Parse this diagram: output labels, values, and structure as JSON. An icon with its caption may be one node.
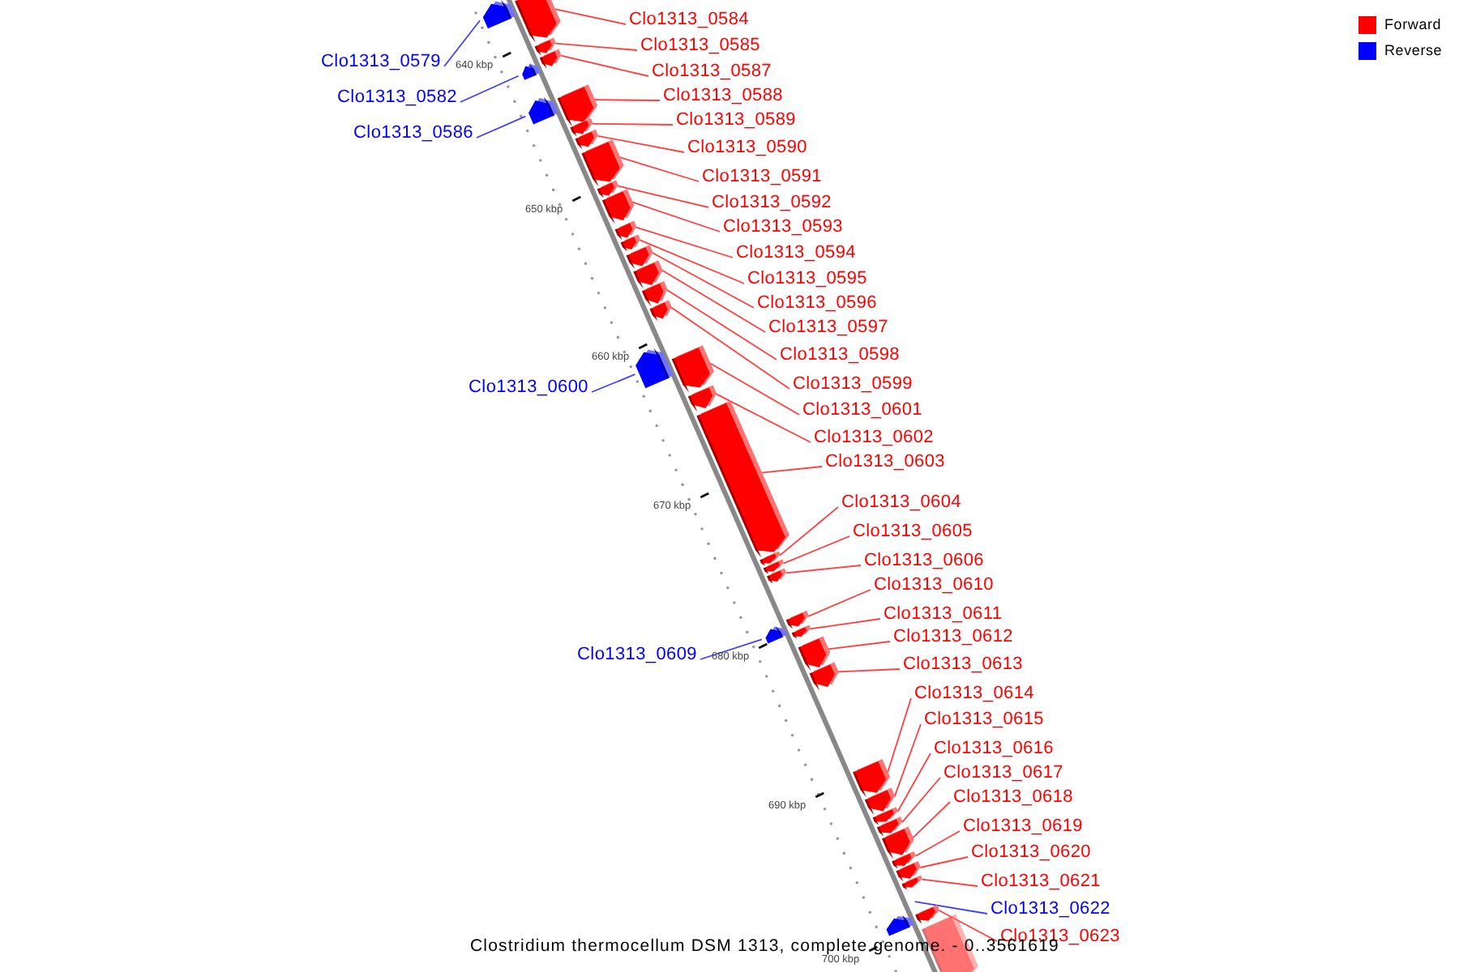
{
  "diagram": {
    "caption": "Clostridium thermocellum DSM 1313, complete genome. - 0..3561619",
    "nodes": [
      {
        "text": [
          "Clo1313_0584"
        ]
      },
      {
        "text": [],
        "shape": "bar"
      },
      {
        "text": [
          "Clo1313_0585"
        ]
      },
      {
        "text": [],
        "shape": "bar"
      },
      {
        "text": [
          "Clo1313_0579"
        ]
      },
      {
        "text": [],
        "shape": "bar"
      },
      {
        "text": [
          "Clo1313_0587"
        ]
      },
      {
        "text": [],
        "shape": "bar"
      },
      {
        "text": [
          "Clo1313_0588"
        ]
      },
      {
        "text": [],
        "shape": "bar"
      },
      {
        "text": [
          "Clo1313_0582"
        ]
      },
      {
        "text": [],
        "shape": "bar"
      },
      {
        "text": [
          "Clo1313_0589"
        ]
      },
      {
        "text": [],
        "shape": "bar"
      },
      {
        "text": [
          "Clo1313_0586"
        ]
      },
      {
        "text": [],
        "shape": "bar"
      },
      {
        "text": [
          "Clo1313_0590"
        ]
      },
      {
        "text": [],
        "shape": "bar"
      },
      {
        "text": [
          "Clo1313_0591"
        ]
      },
      {
        "text": [],
        "shape": "bar"
      },
      {
        "text": [
          "Clo1313_0592"
        ]
      },
      {
        "text": [],
        "shape": "bar"
      },
      {
        "text": [
          "Clo1313_0593"
        ]
      },
      {
        "text": [],
        "shape": "bar"
      },
      {
        "text": [
          "Clo1313_0594"
        ]
      },
      {
        "text": [],
        "shape": "bar"
      },
      {
        "text": [
          "Clo1313_0595"
        ]
      },
      {
        "text": [],
        "shape": "bar"
      },
      {
        "text": [
          "Clo1313_0596"
        ]
      },
      {
        "text": [],
        "shape": "bar"
      },
      {
        "text": [
          "Clo1313_0597"
        ]
      },
      {
        "text": [],
        "shape": "bar"
      },
      {
        "text": [
          "Clo1313_0598"
        ]
      },
      {
        "text": [],
        "shape": "bar"
      },
      {
        "text": [
          "Clo1313_0599"
        ]
      },
      {
        "text": [],
        "shape": "bar"
      },
      {
        "text": [
          "Clo1313_0600"
        ]
      },
      {
        "text": [],
        "shape": "bar"
      },
      {
        "text": [
          "Clo1313_0601"
        ]
      },
      {
        "text": [],
        "shape": "bar"
      },
      {
        "text": [
          "Clo1313_0602"
        ]
      },
      {
        "text": [],
        "shape": "bar"
      },
      {
        "text": [
          "Clo1313_0603"
        ]
      },
      {
        "text": [],
        "shape": "bar"
      },
      {
        "text": [
          "Clo1313_0604"
        ]
      },
      {
        "text": [],
        "shape": "bar"
      },
      {
        "text": [
          "Clo1313_0605"
        ]
      },
      {
        "text": [],
        "shape": "bar"
      },
      {
        "text": [
          "Clo1313_0606"
        ]
      },
      {
        "text": [],
        "shape": "bar"
      },
      {
        "text": [
          "Clo1313_0610"
        ]
      },
      {
        "text": [],
        "shape": "bar"
      },
      {
        "text": [
          "Clo1313_0611"
        ]
      },
      {
        "text": [],
        "shape": "bar"
      },
      {
        "text": [
          "Clo1313_0612"
        ]
      },
      {
        "text": [],
        "shape": "bar"
      },
      {
        "text": [
          "Clo1313_0609"
        ]
      },
      {
        "text": [],
        "shape": "bar"
      },
      {
        "text": [
          "Clo1313_0613"
        ]
      },
      {
        "text": [],
        "shape": "bar"
      },
      {
        "text": [
          "Clo1313_0614"
        ]
      },
      {
        "text": [],
        "shape": "bar"
      },
      {
        "text": [
          "Clo1313_0615"
        ]
      },
      {
        "text": [],
        "shape": "bar"
      },
      {
        "text": [
          "Clo1313_0616"
        ]
      },
      {
        "text": [],
        "shape": "bar"
      },
      {
        "text": [
          "Clo1313_0617"
        ]
      },
      {
        "text": [],
        "shape": "bar"
      },
      {
        "text": [
          "Clo1313_0618"
        ]
      },
      {
        "text": [],
        "shape": "bar"
      },
      {
        "text": [
          "Clo1313_0619"
        ]
      },
      {
        "text": [],
        "shape": "bar"
      },
      {
        "text": [
          "Clo1313_0620"
        ]
      },
      {
        "text": [],
        "shape": "bar"
      },
      {
        "text": [
          "Clo1313_0621"
        ]
      },
      {
        "text": [],
        "shape": "bar"
      },
      {
        "text": [
          "Clo1313_0622"
        ]
      },
      {
        "text": [],
        "shape": "bar"
      },
      {
        "text": [
          "Clo1313_0623"
        ]
      },
      {
        "text": [],
        "shape": "bar"
      },
      {
        "text": [],
        "shape": "bar"
      }
    ],
    "edges": [
      {
        "from": 0,
        "to": 1,
        "arrow": "none"
      },
      {
        "from": 2,
        "to": 3,
        "arrow": "none"
      },
      {
        "from": 4,
        "to": 5,
        "arrow": "none",
        "color": "#4040ff"
      },
      {
        "from": 6,
        "to": 7,
        "arrow": "none"
      },
      {
        "from": 8,
        "to": 9,
        "arrow": "none"
      },
      {
        "from": 10,
        "to": 11,
        "arrow": "none",
        "color": "#4040ff"
      },
      {
        "from": 12,
        "to": 13,
        "arrow": "none"
      },
      {
        "from": 14,
        "to": 15,
        "arrow": "none",
        "color": "#4040ff"
      },
      {
        "from": 16,
        "to": 17,
        "arrow": "none"
      },
      {
        "from": 18,
        "to": 19,
        "arrow": "none"
      },
      {
        "from": 20,
        "to": 21,
        "arrow": "none"
      },
      {
        "from": 22,
        "to": 23,
        "arrow": "none"
      },
      {
        "from": 24,
        "to": 25,
        "arrow": "none"
      },
      {
        "from": 26,
        "to": 27,
        "arrow": "none"
      },
      {
        "from": 28,
        "to": 29,
        "arrow": "none"
      },
      {
        "from": 30,
        "to": 31,
        "arrow": "none"
      },
      {
        "from": 32,
        "to": 33,
        "arrow": "none"
      },
      {
        "from": 34,
        "to": 35,
        "arrow": "none"
      },
      {
        "from": 36,
        "to": 37,
        "arrow": "none",
        "color": "#4040ff"
      },
      {
        "from": 38,
        "to": 39,
        "arrow": "none"
      },
      {
        "from": 40,
        "to": 41,
        "arrow": "none"
      },
      {
        "from": 42,
        "to": 43,
        "arrow": "none"
      },
      {
        "from": 44,
        "to": 45,
        "arrow": "none"
      },
      {
        "from": 46,
        "to": 47,
        "arrow": "none"
      },
      {
        "from": 48,
        "to": 49,
        "arrow": "none"
      },
      {
        "from": 50,
        "to": 51,
        "arrow": "none"
      },
      {
        "from": 52,
        "to": 53,
        "arrow": "none"
      },
      {
        "from": 54,
        "to": 55,
        "arrow": "none"
      },
      {
        "from": 56,
        "to": 57,
        "arrow": "none",
        "color": "#4040ff"
      },
      {
        "from": 58,
        "to": 59,
        "arrow": "none"
      },
      {
        "from": 60,
        "to": 61,
        "arrow": "none"
      },
      {
        "from": 62,
        "to": 63,
        "arrow": "none"
      },
      {
        "from": 64,
        "to": 65,
        "arrow": "none"
      },
      {
        "from": 66,
        "to": 67,
        "arrow": "none"
      },
      {
        "from": 68,
        "to": 69,
        "arrow": "none"
      },
      {
        "from": 70,
        "to": 71,
        "arrow": "none"
      },
      {
        "from": 72,
        "to": 73,
        "arrow": "none"
      },
      {
        "from": 74,
        "to": 75,
        "arrow": "none"
      },
      {
        "from": 76,
        "to": 77,
        "arrow": "none",
        "color": "#4040ff"
      },
      {
        "from": 78,
        "to": 79,
        "arrow": "none"
      }
    ],
    "labels": [
      "640 kbp",
      "650 kbp",
      "660 kbp",
      "670 kbp",
      "680 kbp",
      "690 kbp",
      "700 kbp"
    ],
    "legend": [
      {
        "text": "Forward",
        "color": "#ff0000"
      },
      {
        "text": "Reverse",
        "color": "#0000ff"
      }
    ]
  }
}
